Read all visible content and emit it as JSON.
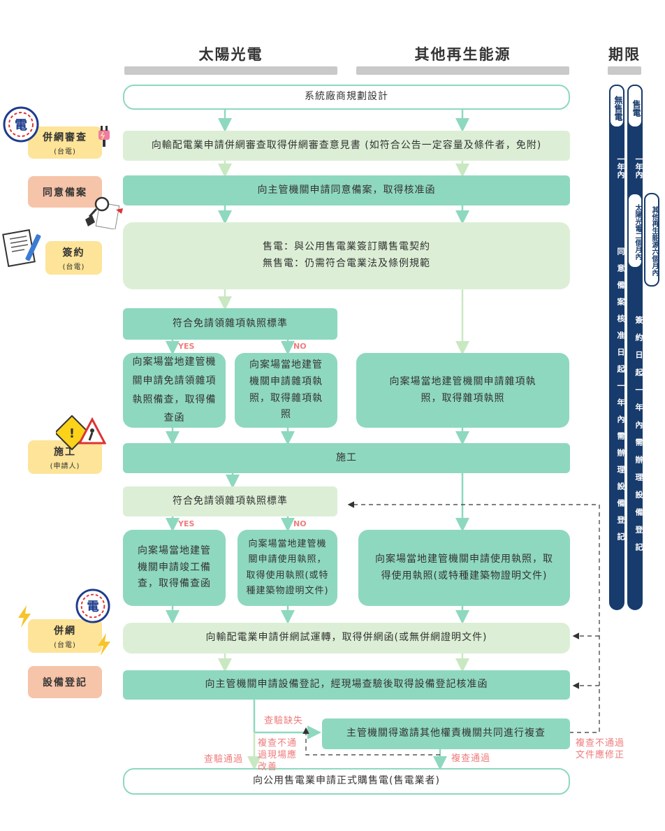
{
  "headers": {
    "solar": "太陽光電",
    "other": "其他再生能源",
    "period": "期限"
  },
  "stage_tags": {
    "grid_review": {
      "label": "併網審查",
      "sub": "(台電)"
    },
    "consent": {
      "label": "同意備案"
    },
    "contract": {
      "label": "簽約",
      "sub": "(台電)"
    },
    "construction": {
      "label": "施工",
      "sub": "(申請人)"
    },
    "grid_connect": {
      "label": "併網",
      "sub": "(台電)"
    },
    "registration": {
      "label": "設備登記"
    }
  },
  "steps": {
    "planning": "系統廠商規劃設計",
    "grid_review": "向輸配電業申請併網審查取得併網審查意見書 (如符合公告一定容量及條件者，免附)",
    "consent": "向主管機關申請同意備案，取得核准函",
    "contract_line1": "售電：與公用售電業簽訂購售電契約",
    "contract_line2": "無售電：仍需符合電業法及條例規範",
    "exempt_criteria_1": "符合免請領雜項執照標準",
    "yes": "YES",
    "no": "NO",
    "exempt_yes_1": "向案場當地建管機關申請免請領雜項執照備查，取得備查函",
    "exempt_no_1": "向案場當地建管機關申請雜項執照，取得雜項執照",
    "other_misc_permit": "向案場當地建管機關申請雜項執照，取得雜項執照",
    "construction": "施工",
    "exempt_criteria_2": "符合免請領雜項執照標準",
    "exempt_yes_2": "向案場當地建管機關申請竣工備查，取得備查函",
    "exempt_no_2": "向案場當地建管機關申請使用執照，取得使用執照(或特種建築物證明文件)",
    "other_use_permit": "向案場當地建管機關申請使用執照，取得使用執照(或特種建築物證明文件)",
    "grid_trial": "向輸配電業申請併網試運轉，取得併網函(或無併網證明文件)",
    "registration": "向主管機關申請設備登記，經現場查驗後取得設備登記核准函",
    "re_inspection": "主管機關得邀請其他權責機關共同進行複查",
    "formal_sale": "向公用售電業申請正式購售電(售電業者)"
  },
  "notes": {
    "inspection_fail": "查驗缺失",
    "reinspect_fail_site": "複查不通過現場應改善",
    "inspection_pass": "查驗通過",
    "reinspect_pass": "複查通過",
    "reinspect_fail_docs": "複查不通過文件應修正"
  },
  "period": {
    "no_sale_head": "無售電",
    "sale_head": "售電",
    "within_year": "一年內",
    "solar_two_months": "太陽光電二個月內",
    "other_six_months": "其他再生能源六個月內",
    "consent_deadline": "同意備案核准日起一年內需辦理設備登記",
    "contract_deadline": "簽約日起一年內需辦理設備登記"
  },
  "colors": {
    "outline_green": "#8ed8bf",
    "light_green": "#dcefd6",
    "mid_green": "#8ed8bf",
    "tag_yellow": "#fde498",
    "tag_salmon": "#f6c4a8",
    "navy": "#173b6c",
    "note_red": "#ef7b7b",
    "header_bar": "#c9c9c9"
  },
  "icons": [
    "taipower-logo-icon",
    "plug-icon",
    "magnifier-hand-icon",
    "contract-pen-icon",
    "construction-sign-icon",
    "lightning-icon"
  ]
}
